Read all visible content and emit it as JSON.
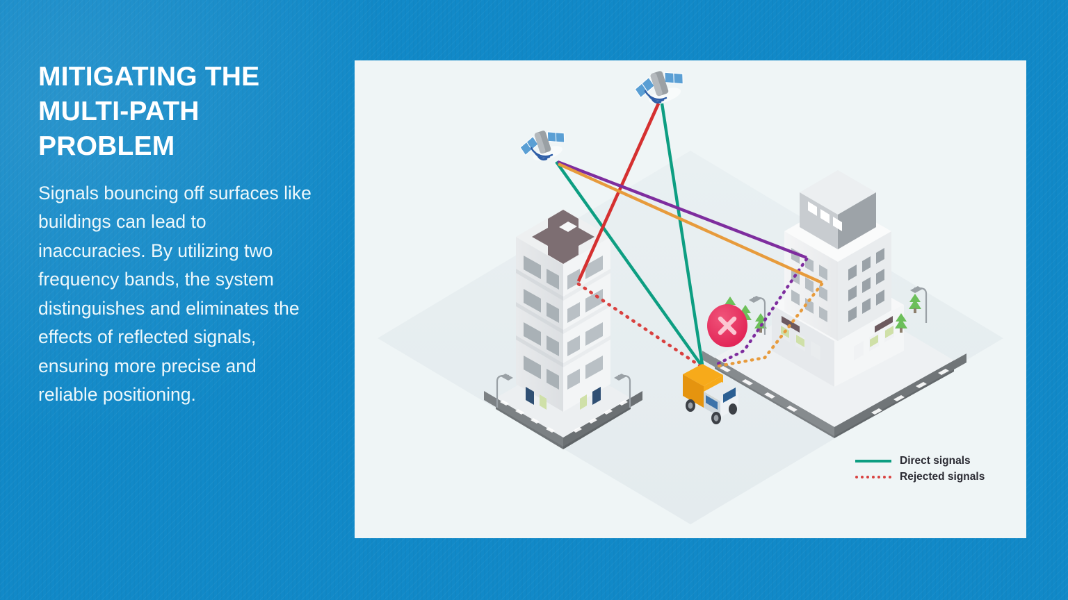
{
  "slide": {
    "background_color": "#1189c8",
    "panel_color": "#eff5f6"
  },
  "text": {
    "title": "MITIGATING THE\nMULTI-PATH\nPROBLEM",
    "body": "Signals bouncing off surfaces like buildings can lead to inaccuracies. By utilizing two frequency bands, the system distinguishes and eliminates the effects of reflected signals, ensuring more precise and reliable positioning."
  },
  "illustration": {
    "name": "multipath-gnss-isometric-scene",
    "ground_color": "#e7eef0",
    "elements": {
      "satellite_top": "satellite-icon",
      "satellite_left": "satellite-icon",
      "building_left": "tall-office-tower",
      "building_right": "mid-rise-office-building",
      "vehicle": "delivery-truck-icon",
      "rejection_marker": "x-circle-icon"
    },
    "signal_colors": {
      "direct": "#0d9e82",
      "rejected": "#d9413f",
      "reflected_purple": "#7e2d9e",
      "reflected_orange": "#e79b3c",
      "marker": "#e8395e"
    }
  },
  "legend": {
    "items": [
      {
        "style": "solid",
        "color": "#0d9e82",
        "label": "Direct signals"
      },
      {
        "style": "dotted",
        "color": "#d9413f",
        "label": "Rejected signals"
      }
    ]
  }
}
